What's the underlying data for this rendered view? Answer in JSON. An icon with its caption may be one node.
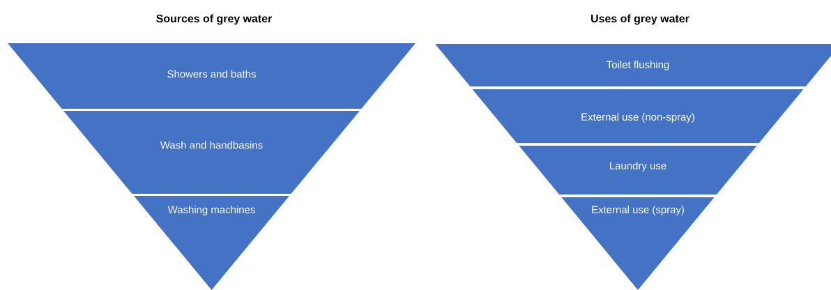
{
  "diagram": {
    "nodes": [
      {
        "text": [
          "Showers and baths"
        ]
      },
      {
        "text": [
          "Wash and handbasins"
        ]
      },
      {
        "text": [
          "Washing machines"
        ]
      },
      {
        "text": [
          "Toilet flushing"
        ]
      },
      {
        "text": [
          "External use (non-spray)"
        ]
      },
      {
        "text": [
          "Laundry use"
        ]
      },
      {
        "text": [
          "External use (spray)"
        ]
      }
    ],
    "labels": [
      "Sources of grey water",
      "Uses of grey water"
    ]
  }
}
